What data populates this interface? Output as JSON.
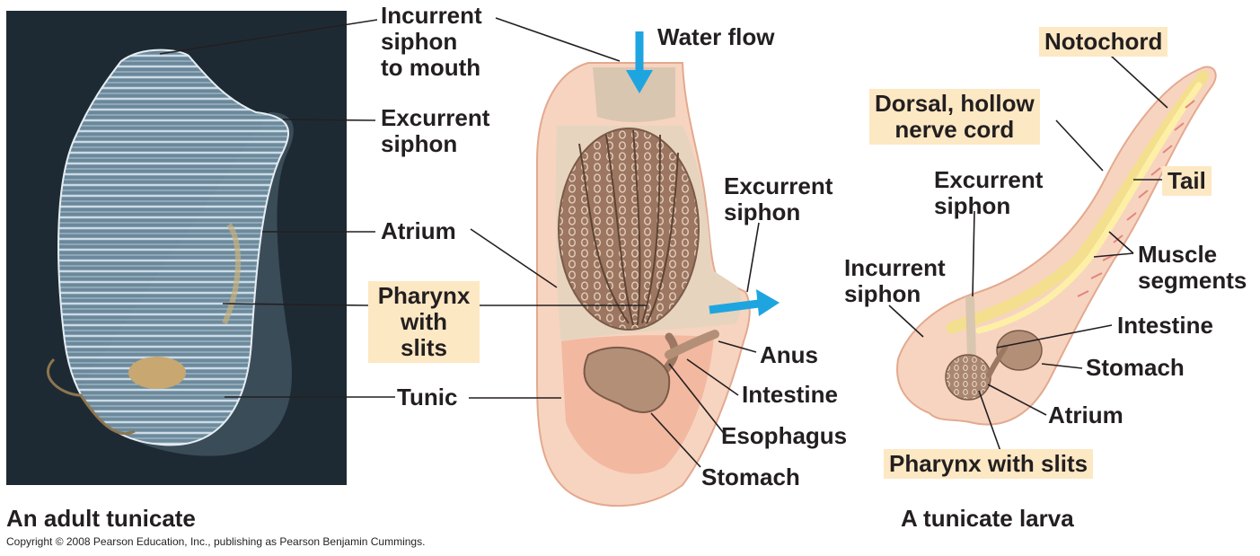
{
  "adult": {
    "caption": "An adult tunicate",
    "labels": {
      "incurrent": [
        "Incurrent",
        "siphon",
        "to mouth"
      ],
      "excurrent": [
        "Excurrent",
        "siphon"
      ],
      "atrium": "Atrium",
      "pharynx": [
        "Pharynx",
        "with",
        "slits"
      ],
      "tunic": "Tunic"
    }
  },
  "diagram": {
    "labels": {
      "water_flow": "Water flow",
      "excurrent": [
        "Excurrent",
        "siphon"
      ],
      "anus": "Anus",
      "intestine": "Intestine",
      "esophagus": "Esophagus",
      "stomach": "Stomach"
    }
  },
  "larva": {
    "caption": "A tunicate larva",
    "labels": {
      "notochord": "Notochord",
      "nerve_cord": [
        "Dorsal, hollow",
        "nerve cord"
      ],
      "tail": "Tail",
      "excurrent": [
        "Excurrent",
        "siphon"
      ],
      "incurrent": [
        "Incurrent",
        "siphon"
      ],
      "muscle": [
        "Muscle",
        "segments"
      ],
      "intestine": "Intestine",
      "stomach": "Stomach",
      "atrium": "Atrium",
      "pharynx": "Pharynx with slits"
    }
  },
  "copyright": "Copyright © 2008 Pearson Education, Inc., publishing as Pearson Benjamin Cummings.",
  "colors": {
    "photo_bg": "#1e2a33",
    "body_fill": "#f7d4c0",
    "pharynx": "#a07a62",
    "highlight": "#fde8c4",
    "water_arrow": "#1ea5e0",
    "notochord": "#fdf0a6",
    "nerve_cord": "#f3df8e",
    "muscle": "#e4847a"
  }
}
